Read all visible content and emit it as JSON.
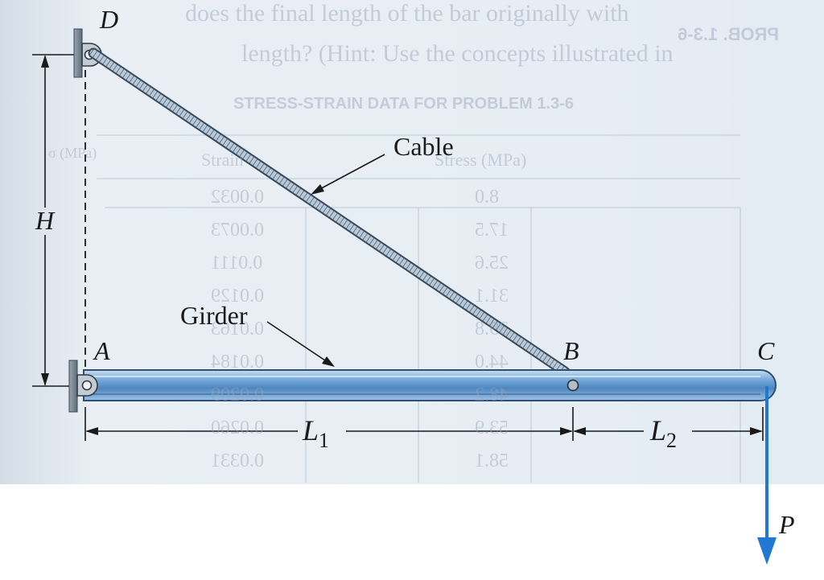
{
  "labels": {
    "D": "D",
    "A": "A",
    "B": "B",
    "C": "C",
    "H": "H",
    "P": "P",
    "L1_main": "L",
    "L1_sub": "1",
    "L2_main": "L",
    "L2_sub": "2",
    "cable": "Cable",
    "girder": "Girder"
  },
  "background_bleed": {
    "line1": "does the final length of the bar originally with",
    "prob": "PROB. 1.3-6",
    "line2": "length? (Hint: Use the concepts illustrated in",
    "table_title": "STRESS-STRAIN DATA FOR PROBLEM 1.3-6",
    "col_strain": "Strain",
    "col_stress": "Stress (MPa)",
    "col_sigma": "σ (MPa)",
    "strains": [
      "0.0032",
      "0.0073",
      "0.0111",
      "0.0129",
      "0.0163",
      "0.0184",
      "0.0209",
      "0.0260",
      "0.0331"
    ],
    "stresses": [
      "8.0",
      "17.5",
      "25.6",
      "31.1",
      "39.8",
      "44.0",
      "48.2",
      "53.9",
      "58.1"
    ]
  },
  "colors": {
    "paper_tint": "#e4ecf3",
    "girder_fill": "#7fb0dc",
    "girder_stroke": "#2e4f73",
    "cable_fill": "#a9bdd0",
    "cable_stroke": "#3a4a5a",
    "load_arrow": "#1f78d1",
    "dimension": "#1a1a1a"
  },
  "icons": {
    "support_A": "pin-support-icon",
    "support_D": "pin-support-icon",
    "pin_B": "pin-joint-icon",
    "load": "arrow-down-icon"
  }
}
